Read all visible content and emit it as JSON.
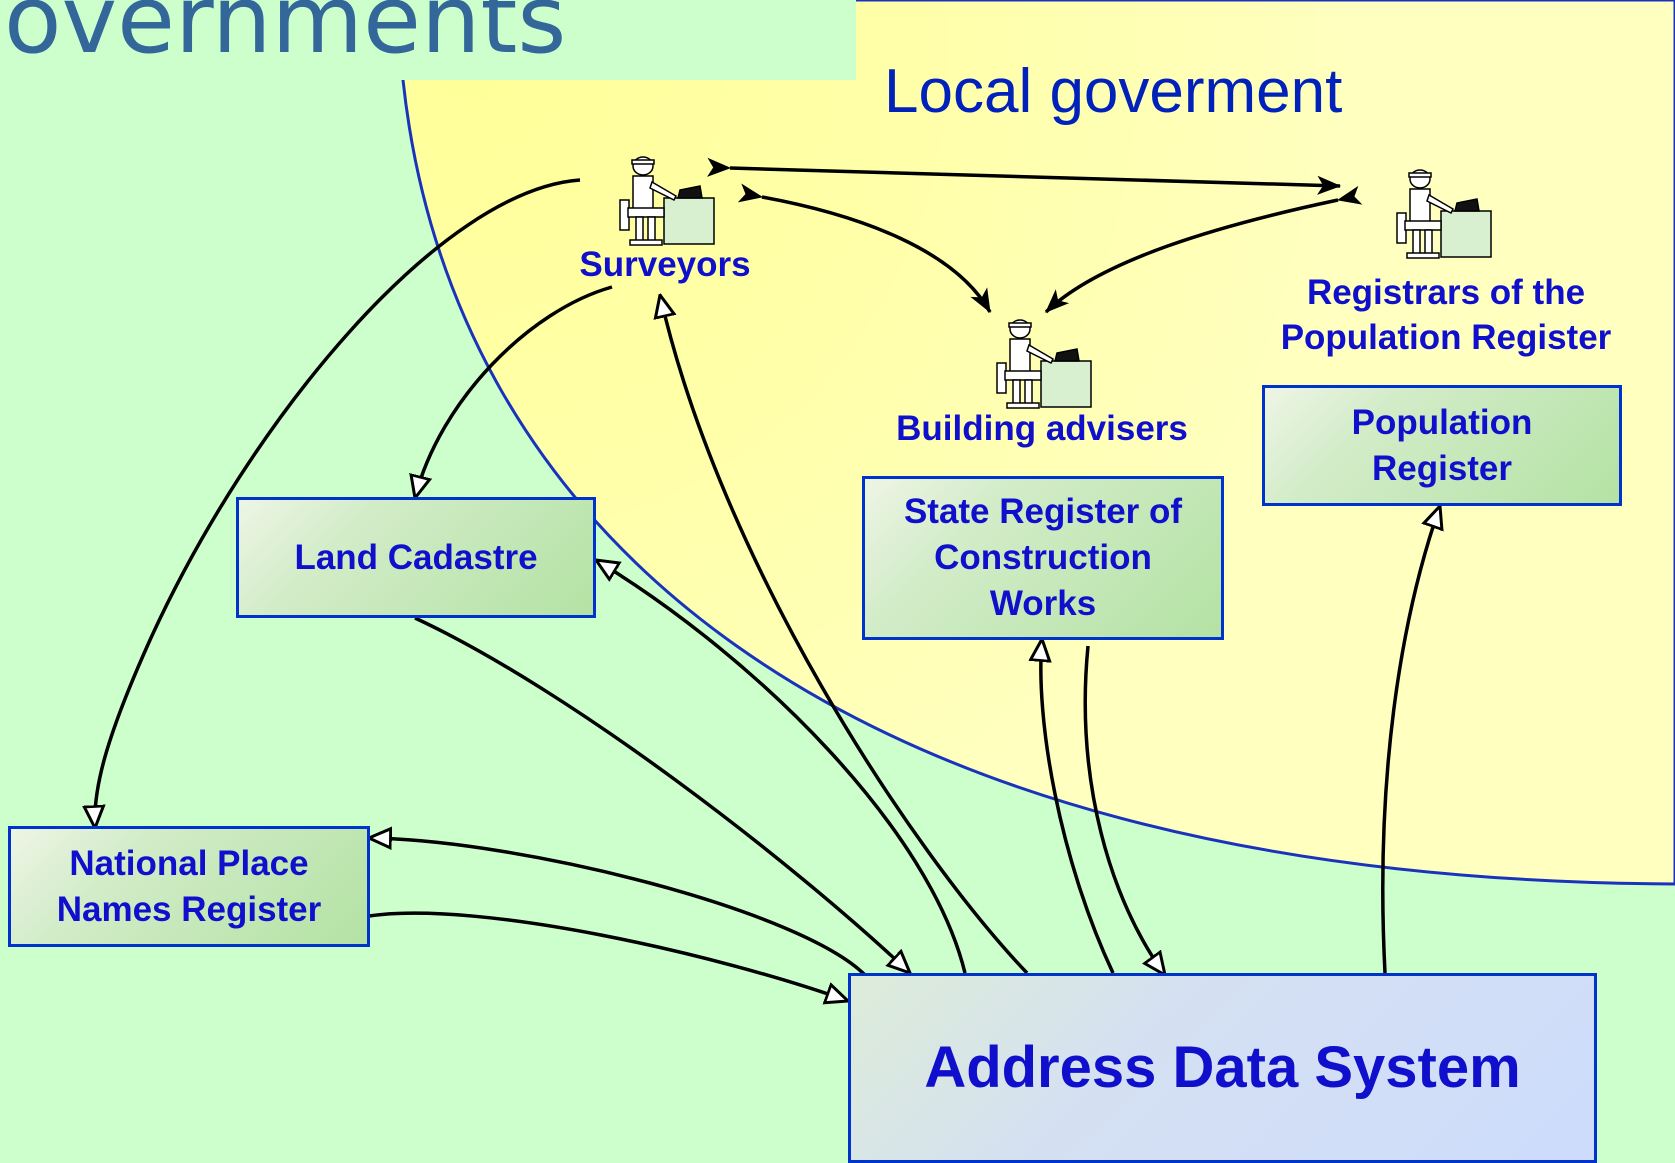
{
  "title": {
    "text": "overnments"
  },
  "region": {
    "label": "Local goverment"
  },
  "actors": {
    "surveyors": "Surveyors",
    "building_advisers": "Building advisers",
    "registrars_line1": "Registrars of the",
    "registrars_line2": "Population Register"
  },
  "registers": {
    "land_cadastre": "Land Cadastre",
    "state_register_line1": "State Register of",
    "state_register_line2": "Construction",
    "state_register_line3": "Works",
    "population_line1": "Population",
    "population_line2": "Register",
    "place_names_line1": "National Place",
    "place_names_line2": "Names Register"
  },
  "central": {
    "label": "Address Data System"
  },
  "colors": {
    "background": "#ccffcc",
    "local_government_area": "#ffffaa",
    "border": "#0033cc",
    "label_text": "#1010cc",
    "title_text": "#336699"
  }
}
